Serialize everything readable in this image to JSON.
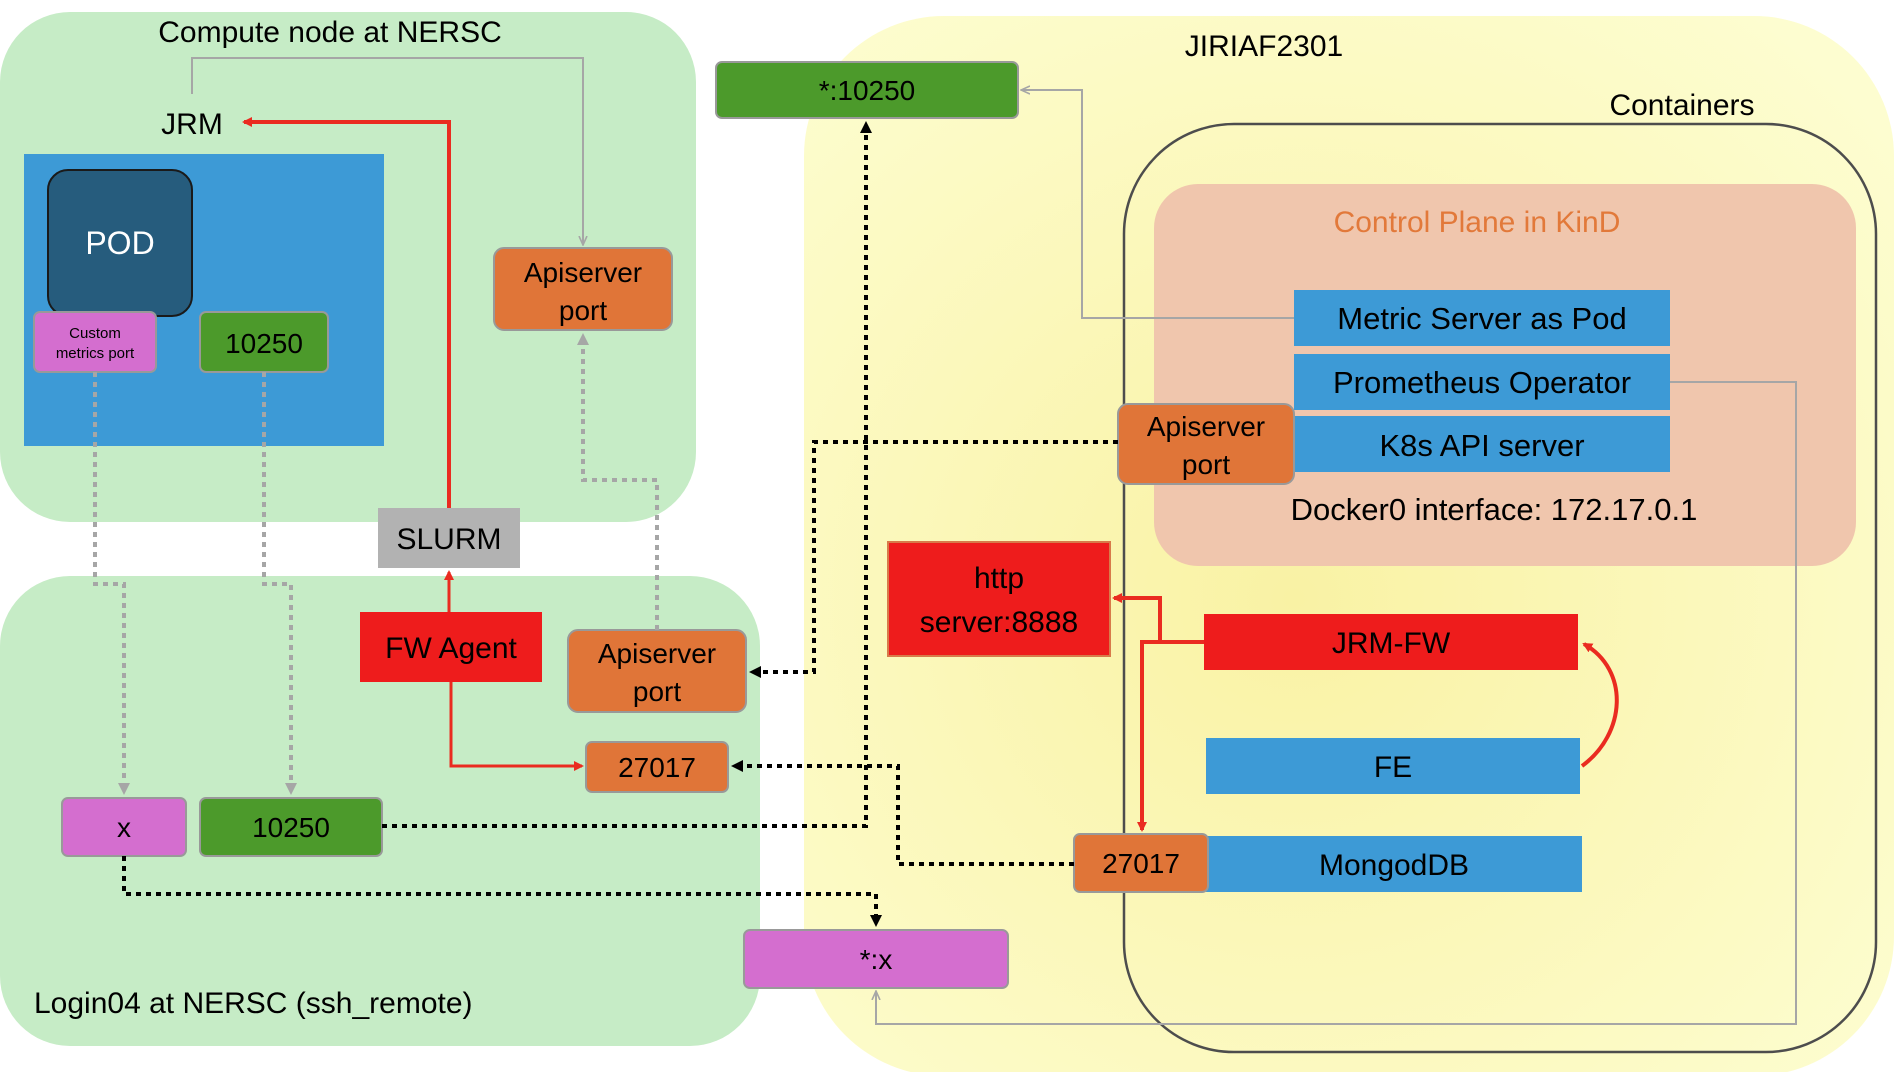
{
  "regions": {
    "compute_title": "Compute node at NERSC",
    "login_title": "Login04 at NERSC (ssh_remote)",
    "host_title": "JIRIAF2301",
    "containers_title": "Containers",
    "control_plane_title": "Control Plane in KinD",
    "docker_interface": "Docker0 interface: 172.17.0.1"
  },
  "nodes": {
    "jrm": "JRM",
    "pod": "POD",
    "custom_metrics_line1": "Custom",
    "custom_metrics_line2": "metrics port",
    "compute_10250": "10250",
    "compute_apiserver_line1": "Apiserver",
    "compute_apiserver_line2": "port",
    "slurm": "SLURM",
    "fw_agent": "FW Agent",
    "login_apiserver_line1": "Apiserver",
    "login_apiserver_line2": "port",
    "login_27017": "27017",
    "login_x": "x",
    "login_10250": "10250",
    "star_10250": "*:10250",
    "star_x": "*:x",
    "metric_server": "Metric Server as Pod",
    "prometheus_operator": "Prometheus Operator",
    "k8s_api": "K8s API server",
    "kind_apiserver_line1": "Apiserver",
    "kind_apiserver_line2": "port",
    "http_server_line1": "http",
    "http_server_line2": "server:8888",
    "jrm_fw": "JRM-FW",
    "fe": "FE",
    "mongo_port": "27017",
    "mongodb": "MongodDB"
  },
  "colors": {
    "compute_bg": "#c6ecc6",
    "login_bg": "#c6ecc6",
    "host_bg": "#fbfbbf",
    "control_plane_bg": "#f0c6ad",
    "control_plane_title": "#e2793a",
    "blue_box": "#3d9ad6",
    "pod_box": "#265c7d",
    "green_port": "#4c9a2b",
    "orange_port": "#e07538",
    "magenta_port": "#d46ecf",
    "red_box": "#ee1c1c",
    "gray_box": "#b2b2b2",
    "red_arrow": "#ea2b20",
    "gray_arrow": "#a6a6a6",
    "black_dotted": "#000000"
  }
}
